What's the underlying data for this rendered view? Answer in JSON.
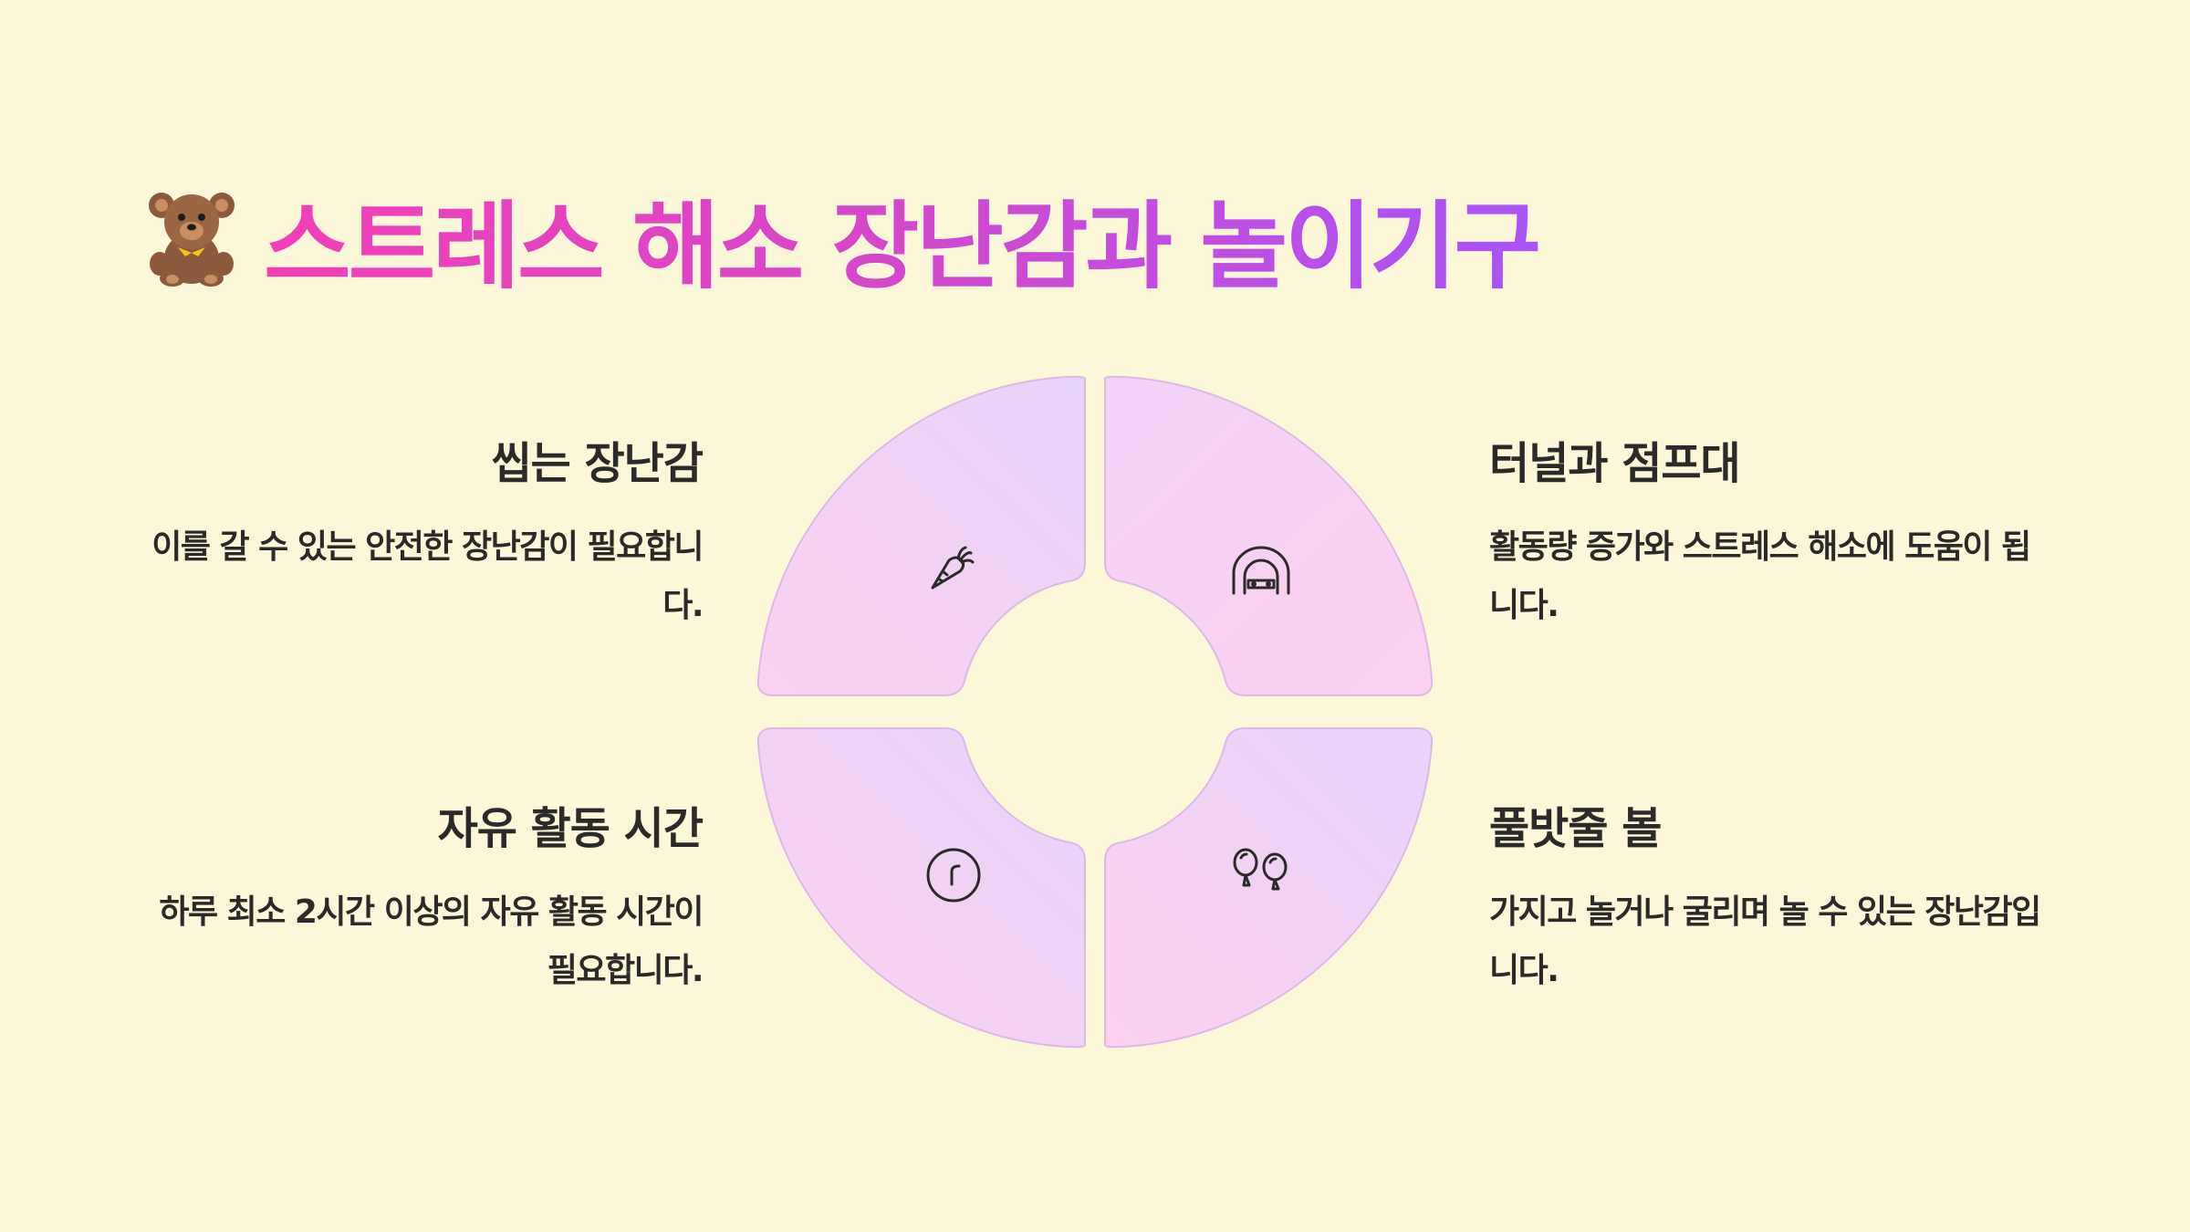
{
  "title": {
    "emoji_icon": "teddy-bear-icon",
    "text": "스트레스 해소 장난감과 놀이기구"
  },
  "colors": {
    "background": "#fdf7d9",
    "segment_pink": "#fcd0ef",
    "segment_lavender": "#e8d3fa",
    "segment_stroke": "#dcb8e6",
    "title_gradient_start": "#f43fb8",
    "title_gradient_end": "#a855f7",
    "text": "#2c2929"
  },
  "items": [
    {
      "position": "top-left",
      "title": "씹는 장난감",
      "description": "이를 갈 수 있는 안전한 장난감이 필요합니다.",
      "icon": "carrot-icon"
    },
    {
      "position": "top-right",
      "title": "터널과 점프대",
      "description": "활동량 증가와 스트레스 해소에 도움이 됩니다.",
      "icon": "tunnel-icon"
    },
    {
      "position": "bottom-left",
      "title": "자유 활동 시간",
      "description": "하루 최소 2시간 이상의 자유 활동 시간이 필요합니다.",
      "icon": "clock-icon"
    },
    {
      "position": "bottom-right",
      "title": "풀밧줄 볼",
      "description": "가지고 놀거나 굴리며 놀 수 있는 장난감입니다.",
      "icon": "balloons-icon"
    }
  ]
}
